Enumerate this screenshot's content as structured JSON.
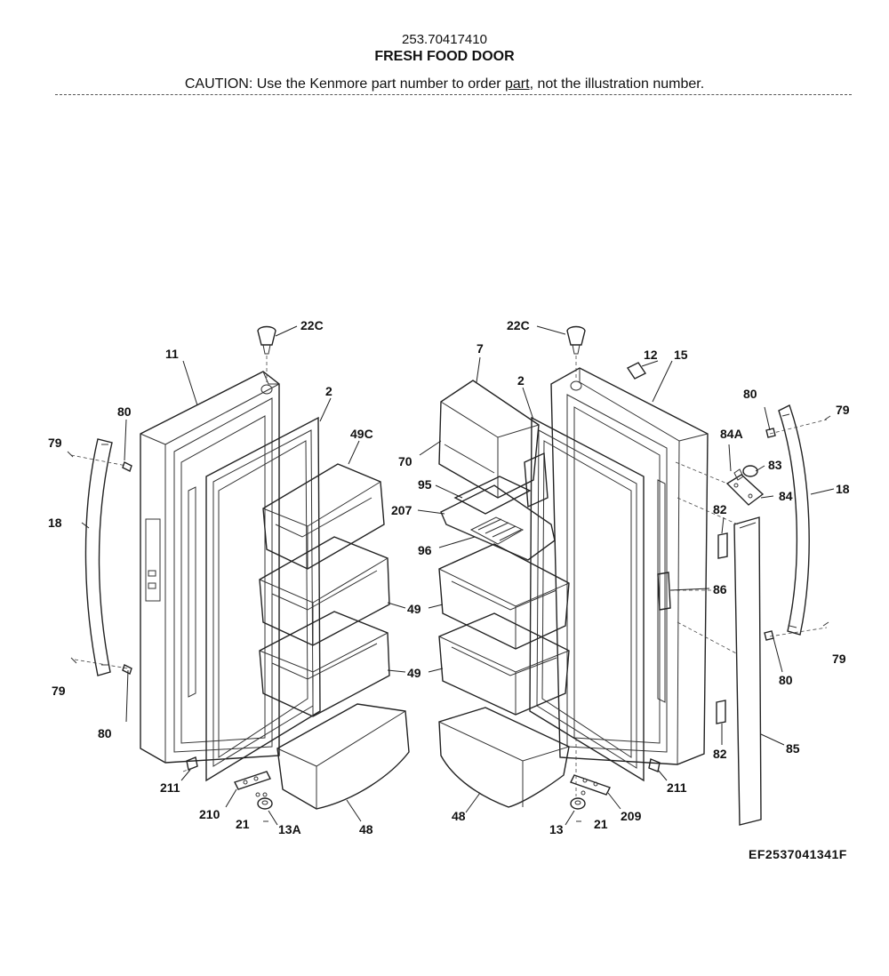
{
  "header": {
    "model_number": "253.70417410",
    "title": "FRESH FOOD DOOR",
    "caution_prefix": "CAUTION: Use the Kenmore part number to order ",
    "caution_link": "part",
    "caution_suffix": ", not the illustration number."
  },
  "figure_id": "EF2537041341F",
  "callouts": {
    "c22c_left": "22C",
    "c22c_right": "22C",
    "c11": "11",
    "c2_left": "2",
    "c2_right": "2",
    "c7": "7",
    "c12": "12",
    "c15": "15",
    "c80_tl": "80",
    "c79_tl": "79",
    "c18_left": "18",
    "c49c": "49C",
    "c70": "70",
    "c95": "95",
    "c207": "207",
    "c96": "96",
    "c49_a": "49",
    "c49_b": "49",
    "c80_tr": "80",
    "c79_tr": "79",
    "c84a": "84A",
    "c83": "83",
    "c84": "84",
    "c18_right": "18",
    "c82_top": "82",
    "c86": "86",
    "c79_bl": "79",
    "c80_bl": "80",
    "c79_br": "79",
    "c80_br": "80",
    "c82_bottom": "82",
    "c85": "85",
    "c211_left": "211",
    "c211_right": "211",
    "c210": "210",
    "c209": "209",
    "c21_left": "21",
    "c21_right": "21",
    "c13a": "13A",
    "c13": "13",
    "c48_left": "48",
    "c48_right": "48"
  }
}
